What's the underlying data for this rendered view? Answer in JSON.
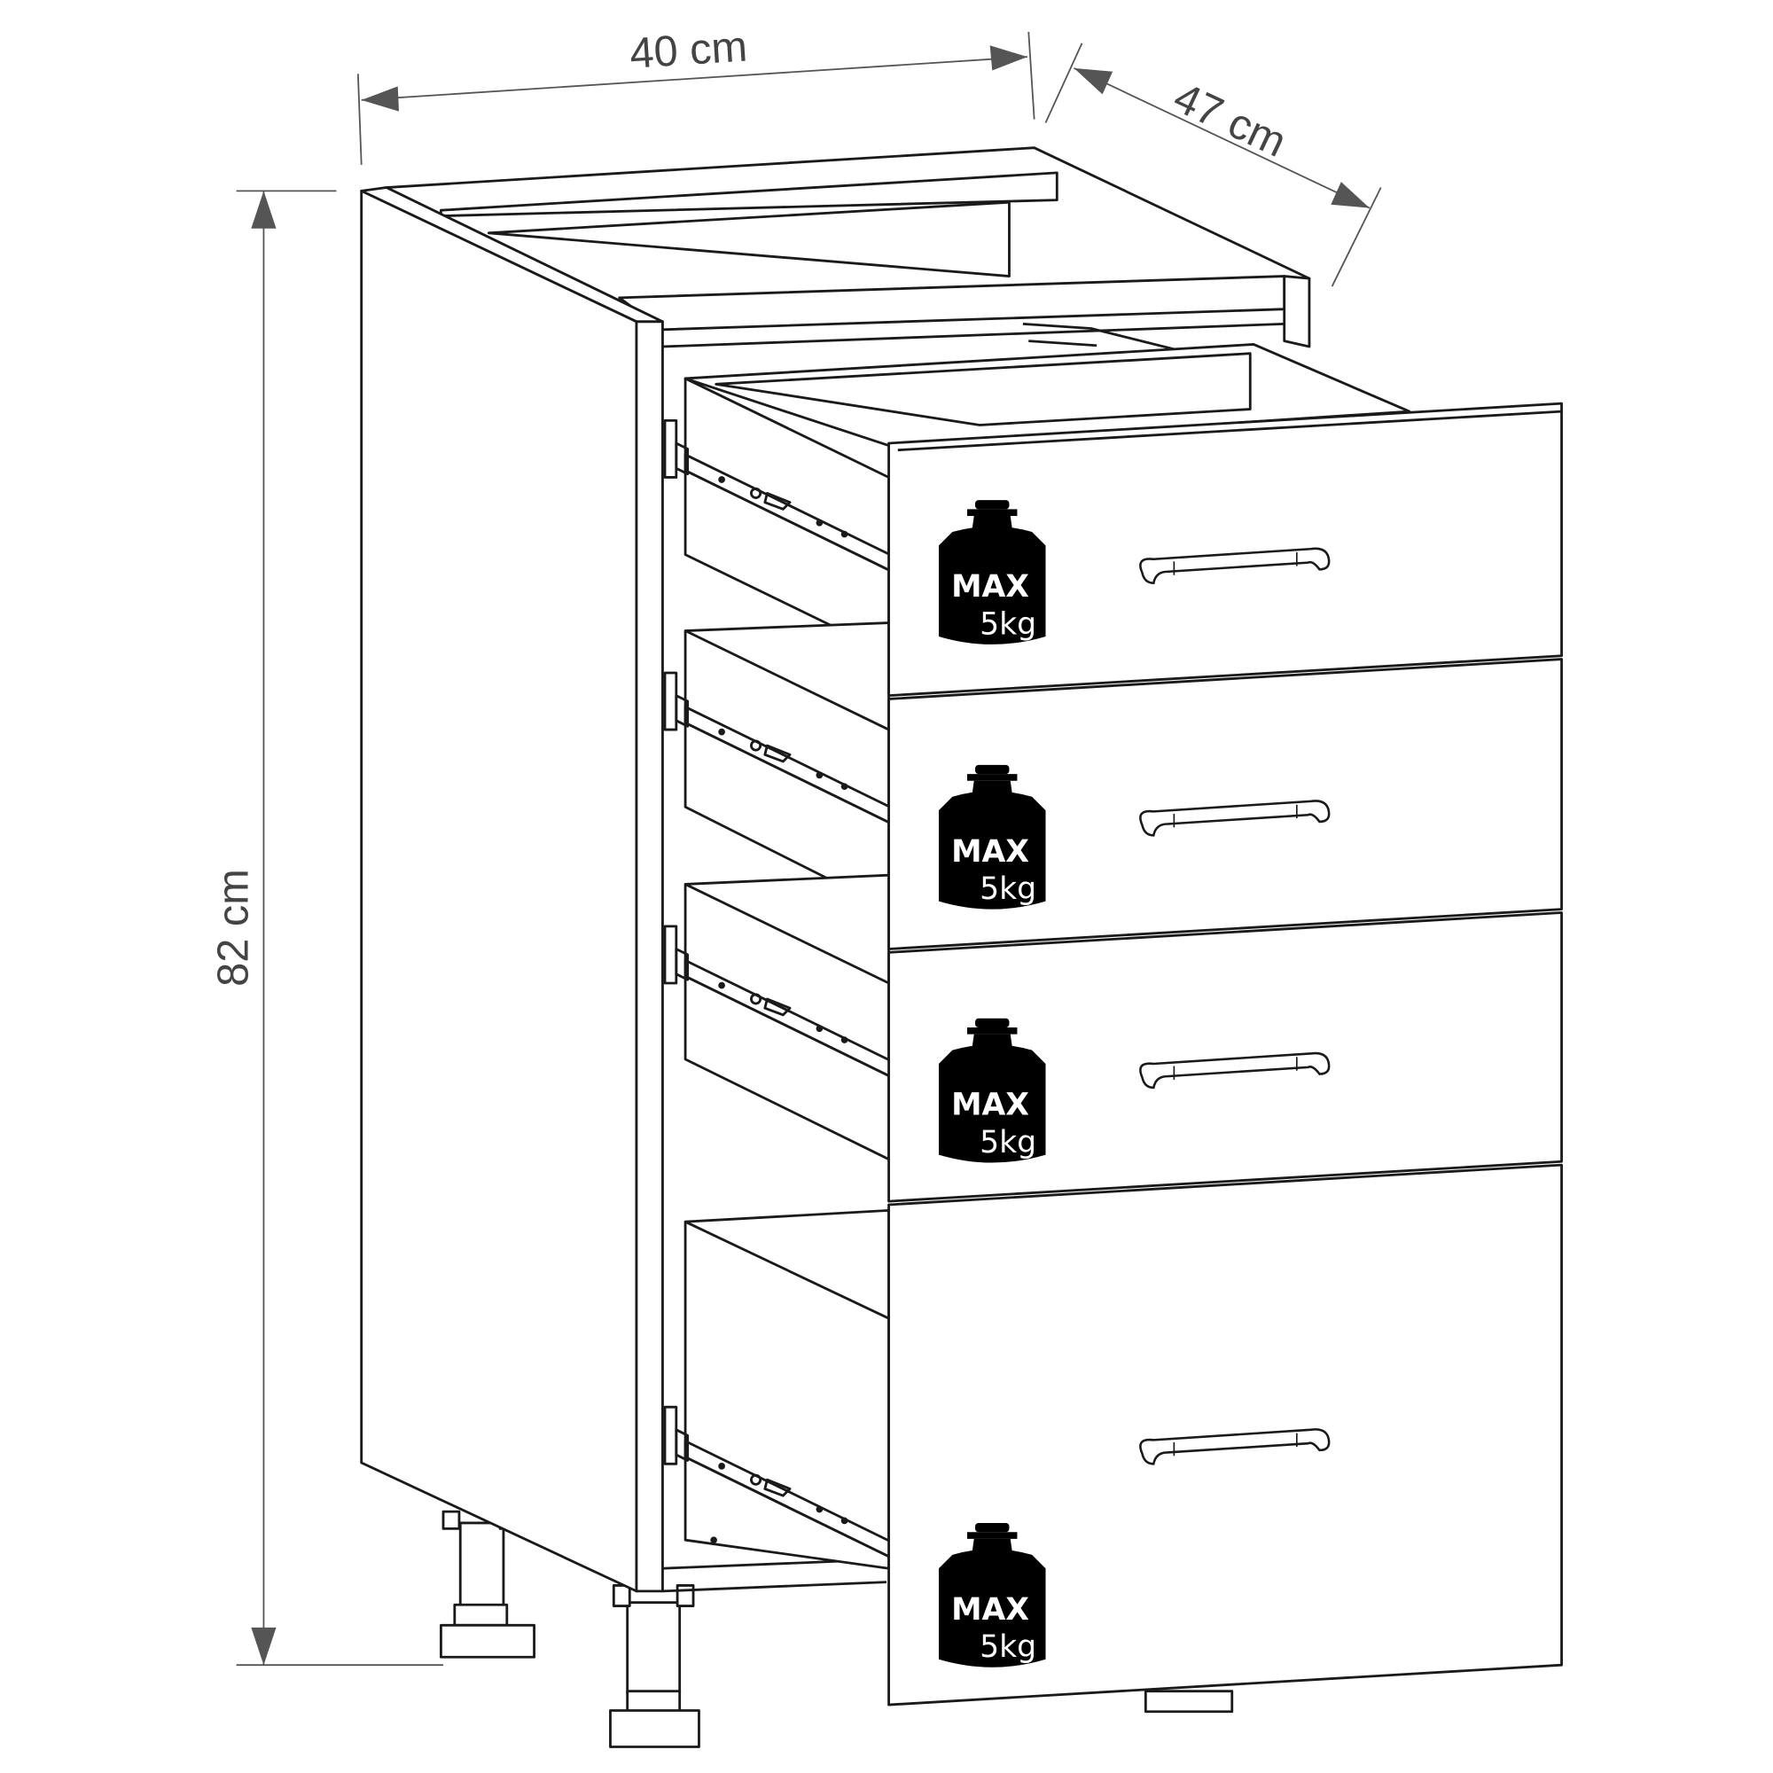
{
  "dimensions": {
    "width": "40 cm",
    "depth": "47 cm",
    "height": "82 cm"
  },
  "drawers": [
    {
      "max_label": "MAX",
      "load_label": "5kg"
    },
    {
      "max_label": "MAX",
      "load_label": "5kg"
    },
    {
      "max_label": "MAX",
      "load_label": "5kg"
    },
    {
      "max_label": "MAX",
      "load_label": "5kg"
    }
  ],
  "colors": {
    "line": "#1a1a1a",
    "dimension": "#555555",
    "weight_icon": "#000000"
  }
}
